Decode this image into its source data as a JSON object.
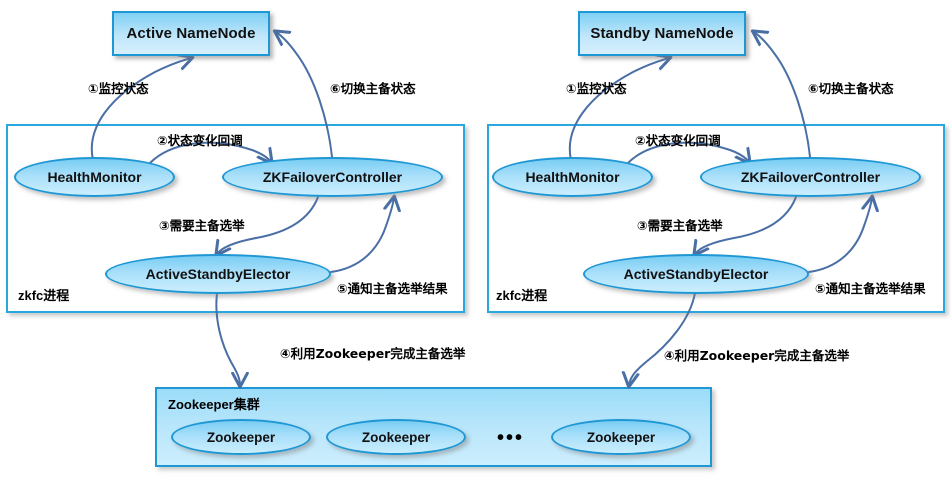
{
  "diagram": {
    "title": "HDFS NameNode HA with ZKFC and ZooKeeper",
    "colors": {
      "node_border": "#1f97d4",
      "node_fill_top": "#79cdf3",
      "node_fill_bottom": "#cbeefd",
      "container_border": "#29a8e0",
      "cluster_fill": "#b9e6fb",
      "arrow": "#4a6fa5",
      "text": "#000000"
    }
  },
  "nodes": {
    "active_namenode": {
      "label": "Active NameNode"
    },
    "standby_namenode": {
      "label": "Standby NameNode"
    },
    "left_zkfc": {
      "container_label": "zkfc进程",
      "health_monitor": "HealthMonitor",
      "zkfc_controller": "ZKFailoverController",
      "elector": "ActiveStandbyElector"
    },
    "right_zkfc": {
      "container_label": "zkfc进程",
      "health_monitor": "HealthMonitor",
      "zkfc_controller": "ZKFailoverController",
      "elector": "ActiveStandbyElector"
    },
    "zookeeper_cluster": {
      "container_label": "Zookeeper集群",
      "members": [
        "Zookeeper",
        "Zookeeper",
        "Zookeeper"
      ],
      "ellipsis": "•••"
    }
  },
  "edge_labels": {
    "left": {
      "step1": "①监控状态",
      "step2": "②状态变化回调",
      "step3": "③需要主备选举",
      "step4": "④利用Zookeeper完成主备选举",
      "step5": "⑤通知主备选举结果",
      "step6": "⑥切换主备状态"
    },
    "right": {
      "step1": "①监控状态",
      "step2": "②状态变化回调",
      "step3": "③需要主备选举",
      "step4": "④利用Zookeeper完成主备选举",
      "step5": "⑤通知主备选举结果",
      "step6": "⑥切换主备状态"
    }
  }
}
